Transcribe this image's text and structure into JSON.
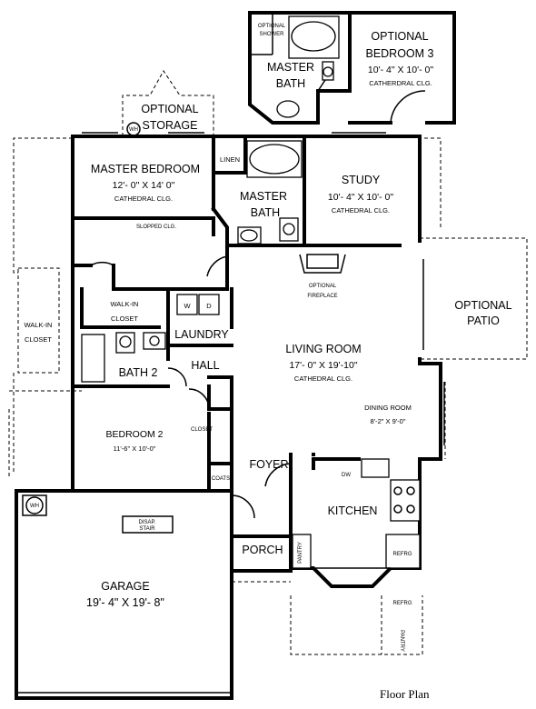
{
  "rooms": {
    "opt_bed3_a": "OPTIONAL",
    "opt_bed3_b": "BEDROOM 3",
    "opt_bed3_dim": "10'- 4\" X 10'- 0\"",
    "opt_bed3_note": "CATHERDRAL CLG.",
    "master_bath_top_a": "MASTER",
    "master_bath_top_b": "BATH",
    "optional_shower_a": "OPTIONAL",
    "optional_shower_b": "SHOWER",
    "opt_storage_a": "OPTIONAL",
    "opt_storage_b": "STORAGE",
    "wh": "WH",
    "master_bedroom": "MASTER BEDROOM",
    "master_bedroom_dim": "12'- 0\" X 14' 0\"",
    "master_bedroom_note": "CATHEDRAL CLG.",
    "sloped_clg": "SLOPPED CLG.",
    "linen": "LINEN",
    "master_bath_a": "MASTER",
    "master_bath_b": "BATH",
    "study": "STUDY",
    "study_dim": "10'- 4\" X 10'- 0\"",
    "study_note": "CATHEDRAL CLG.",
    "optional_patio_a": "OPTIONAL",
    "optional_patio_b": "PATIO",
    "walk_in_closet_a": "WALK-IN",
    "walk_in_closet_b": "CLOSET",
    "walkin_closet_left_a": "WALK-IN",
    "walkin_closet_left_b": "CLOSET",
    "w": "W",
    "d": "D",
    "laundry": "LAUNDRY",
    "optional_fireplace_a": "OPTIONAL",
    "optional_fireplace_b": "FIREPLACE",
    "living_room": "LIVING ROOM",
    "living_room_dim": "17'- 0\" X 19'-10\"",
    "living_room_note": "CATHEDRAL CLG.",
    "bath2": "BATH 2",
    "hall": "HALL",
    "dining_room": "DINING ROOM",
    "dining_room_dim": "8'-2\" X 9'-0\"",
    "bedroom2": "BEDROOM 2",
    "bedroom2_dim": "11'-6\" X 10'-0\"",
    "closet": "CLOSET",
    "foyer": "FOYER",
    "coats": "COATS",
    "dw": "DW",
    "kitchen": "KITCHEN",
    "wh_garage": "WH",
    "disap_stair_a": "DISAP.",
    "disap_stair_b": "STAIR",
    "porch": "PORCH",
    "pantry": "PANTRY",
    "refrg": "REFRG",
    "refrg_optional": "REFRG",
    "pantry_optional": "PANTRY",
    "garage": "GARAGE",
    "garage_dim": "19'- 4\" X 19'- 8\""
  },
  "caption": "Floor Plan"
}
